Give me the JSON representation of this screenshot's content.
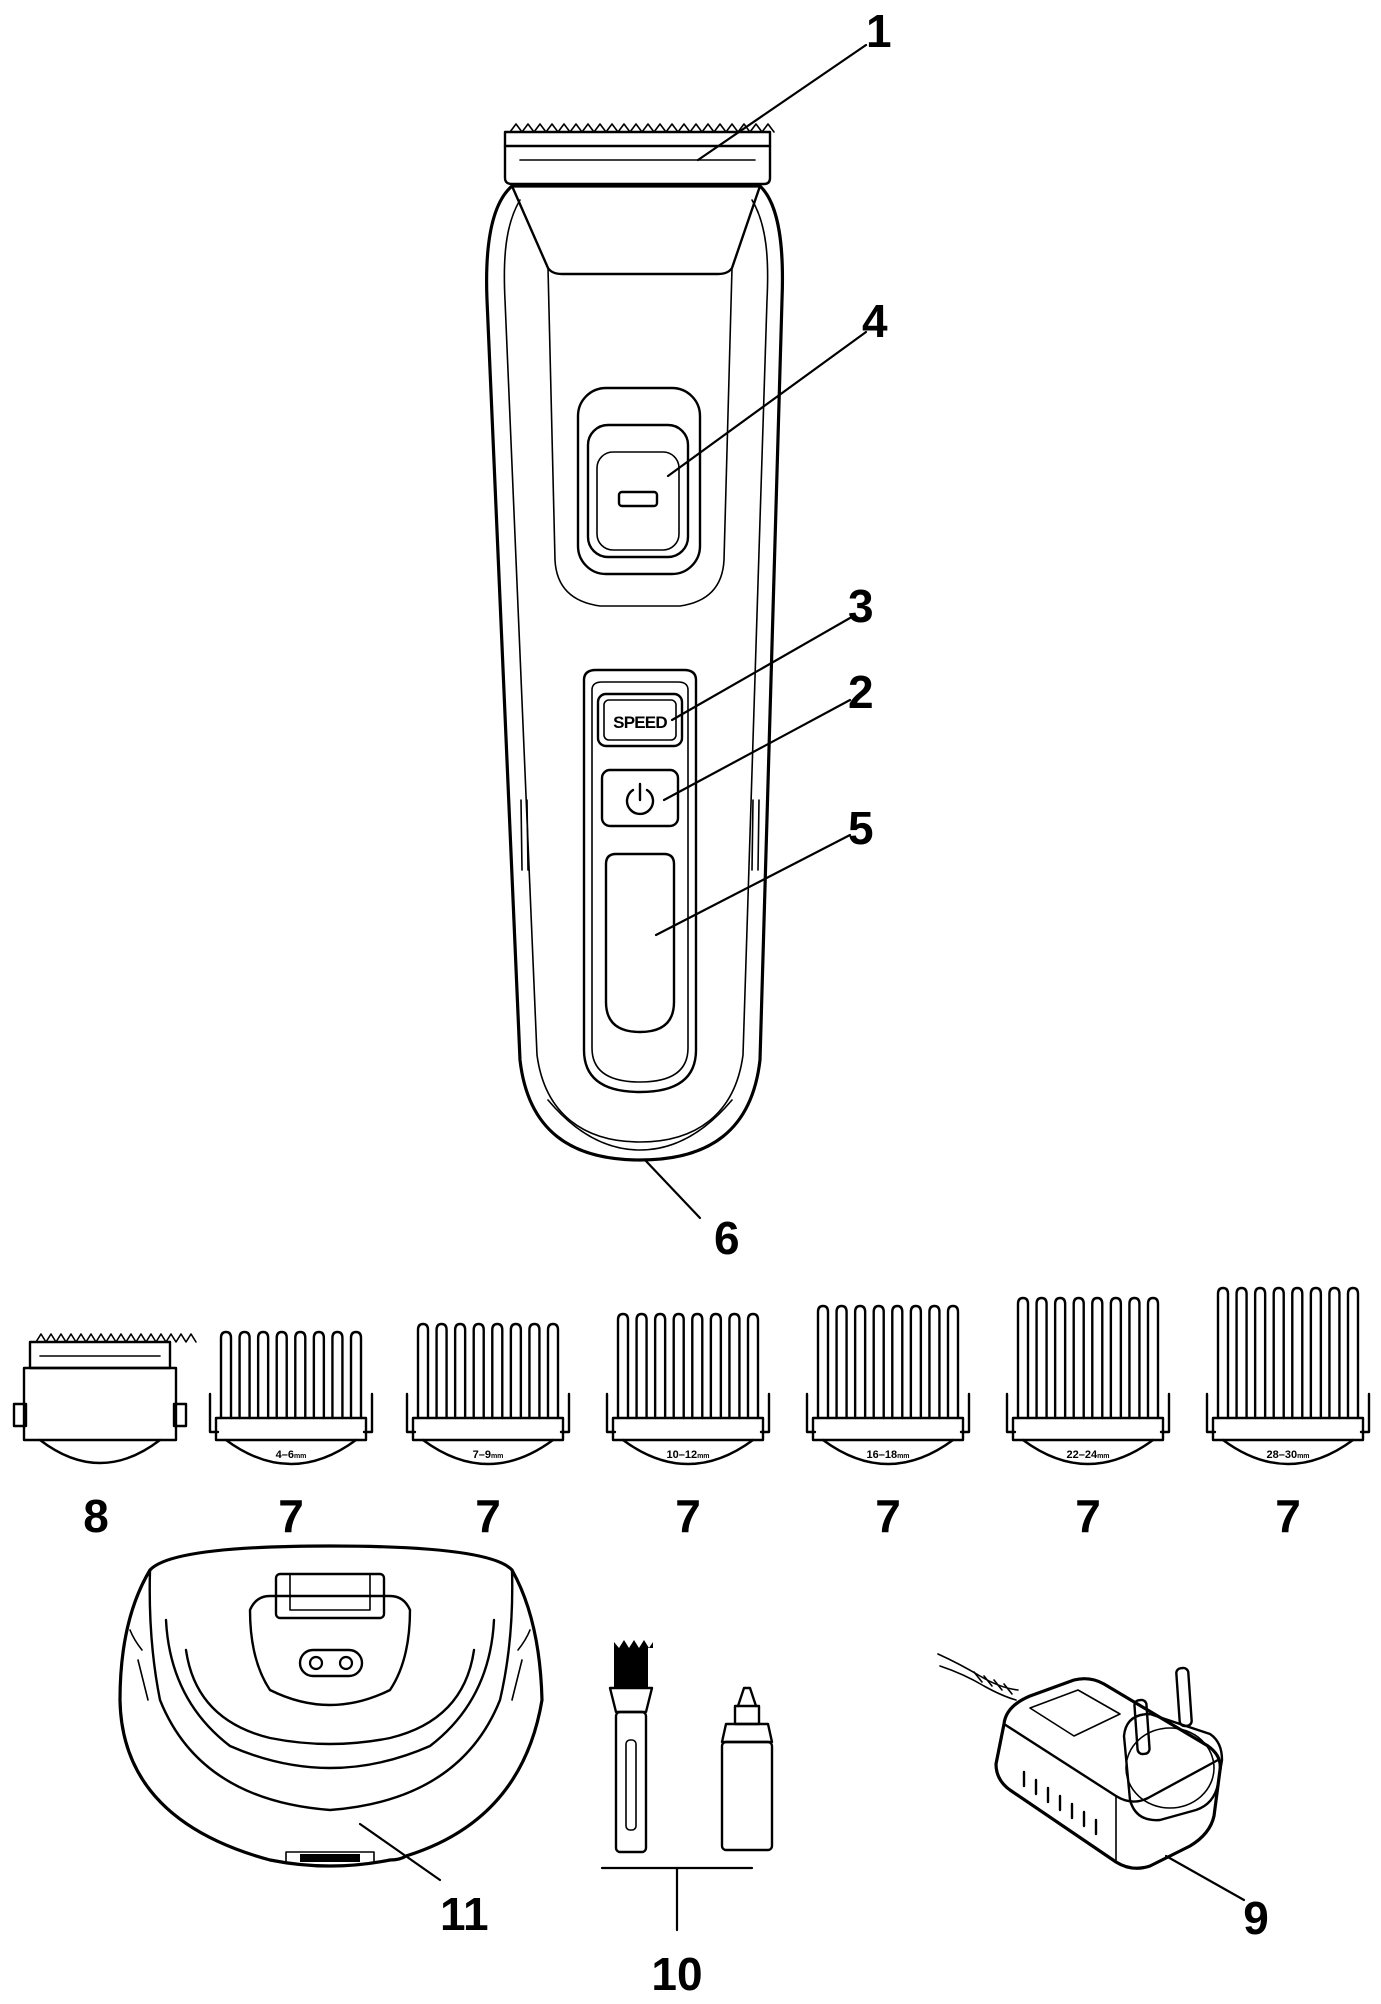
{
  "callouts": {
    "blade": "1",
    "power_button": "2",
    "speed_button": "3",
    "length_adjuster": "4",
    "indicator": "5",
    "charging_port": "6",
    "comb": "7",
    "trimmer_head": "8",
    "adapter": "9",
    "accessories": "10",
    "charging_stand": "11"
  },
  "button_text": {
    "speed": "SPEED"
  },
  "combs": [
    {
      "size": "4–6",
      "unit": "mm"
    },
    {
      "size": "7–9",
      "unit": "mm"
    },
    {
      "size": "10–12",
      "unit": "mm"
    },
    {
      "size": "16–18",
      "unit": "mm"
    },
    {
      "size": "22–24",
      "unit": "mm"
    },
    {
      "size": "28–30",
      "unit": "mm"
    }
  ],
  "icons": {
    "power": "power-icon"
  }
}
